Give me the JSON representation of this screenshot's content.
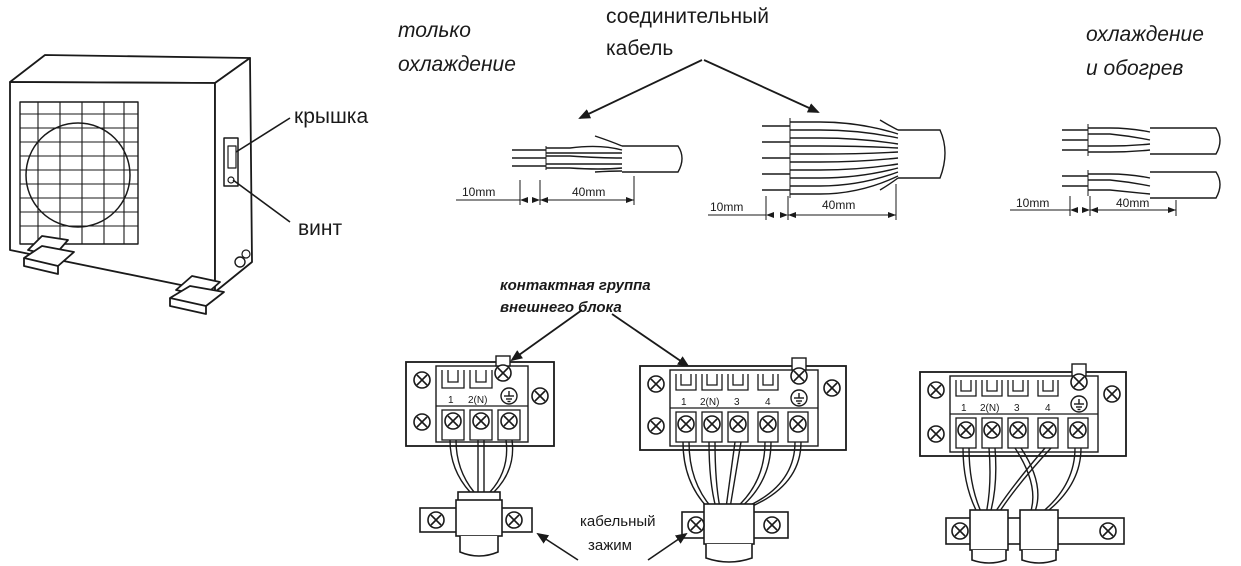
{
  "labels": {
    "cooling_only_1": "только",
    "cooling_only_2": "охлаждение",
    "cable_1": "соединительный",
    "cable_2": "кабель",
    "cool_heat_1": "охлаждение",
    "cool_heat_2": "и обогрев",
    "cover": "крышка",
    "screw": "винт",
    "terminal_1": "контактная группа",
    "terminal_2": "внешнего блока",
    "clamp_1": "кабельный",
    "clamp_2": "зажим"
  },
  "dimensions": {
    "a_strip": "10mm",
    "a_len": "40mm",
    "b_strip": "10mm",
    "b_len": "40mm",
    "c_strip": "10mm",
    "c_len": "40mm"
  },
  "terminals": {
    "board1": [
      "1",
      "2(N)"
    ],
    "board2": [
      "1",
      "2(N)",
      "3",
      "4"
    ],
    "board3": [
      "1",
      "2(N)",
      "3",
      "4"
    ]
  }
}
